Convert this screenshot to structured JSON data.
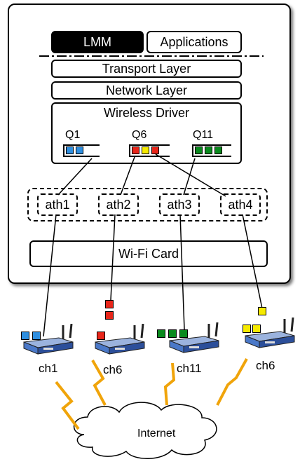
{
  "stack": {
    "lmm": "LMM",
    "applications": "Applications",
    "transport": "Transport Layer",
    "network": "Network Layer",
    "driver": "Wireless Driver",
    "wifi_card": "Wi-Fi Card"
  },
  "queues": [
    {
      "label": "Q1",
      "colors": [
        "#2f8fe0",
        "#2f8fe0"
      ]
    },
    {
      "label": "Q6",
      "colors": [
        "#e8261a",
        "#f6ea00",
        "#e8261a"
      ]
    },
    {
      "label": "Q11",
      "colors": [
        "#0a8a1e",
        "#0a8a1e",
        "#0a8a1e"
      ]
    }
  ],
  "interfaces": [
    "ath1",
    "ath2",
    "ath3",
    "ath4"
  ],
  "routers": [
    {
      "label": "ch1"
    },
    {
      "label": "ch6"
    },
    {
      "label": "ch11"
    },
    {
      "label": "ch6"
    }
  ],
  "internet": "Internet",
  "colors": {
    "blue": "#2f8fe0",
    "red": "#e8261a",
    "yellow": "#f6ea00",
    "green": "#0a8a1e",
    "lightning": "#f0a40a",
    "router": "#4a78c8"
  }
}
